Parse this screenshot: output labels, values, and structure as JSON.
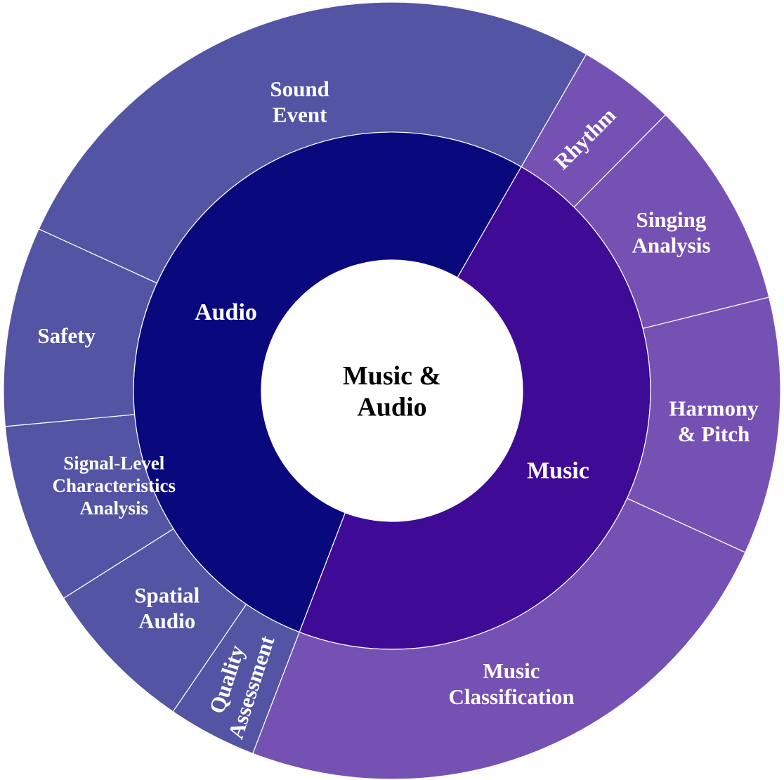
{
  "chart_data": {
    "type": "sunburst",
    "root": {
      "label": "Music & Audio"
    },
    "colors": {
      "Audio": "#0a087d",
      "Music": "#3e0a96",
      "Audio_children": "#5454a4",
      "Music_children": "#7651b4",
      "center": "#ffffff"
    },
    "categories": [
      {
        "name": "Audio",
        "label": "Audio",
        "value": 52.5,
        "children": [
          {
            "name": "Sound Event",
            "label": "Sound Event",
            "value": 26.5
          },
          {
            "name": "Safety",
            "label": "Safety",
            "value": 8.3
          },
          {
            "name": "Signal-Level Characteristics Analysis",
            "label": "Signal-Level Characteristics Analysis",
            "value": 7.5
          },
          {
            "name": "Spatial Audio",
            "label": "Spatial Audio",
            "value": 6.5
          },
          {
            "name": "Quality Assessment",
            "label": "Quality Assessment",
            "value": 3.7
          }
        ]
      },
      {
        "name": "Music",
        "label": "Music",
        "value": 47.5,
        "children": [
          {
            "name": "Music Classification",
            "label": "Music Classification",
            "value": 24.0
          },
          {
            "name": "Harmony & Pitch",
            "label": "Harmony & Pitch",
            "value": 10.7
          },
          {
            "name": "Singing Analysis",
            "label": "Singing Analysis",
            "value": 8.7
          },
          {
            "name": "Rhythm",
            "label": "Rhythm",
            "value": 4.1
          }
        ]
      }
    ]
  }
}
